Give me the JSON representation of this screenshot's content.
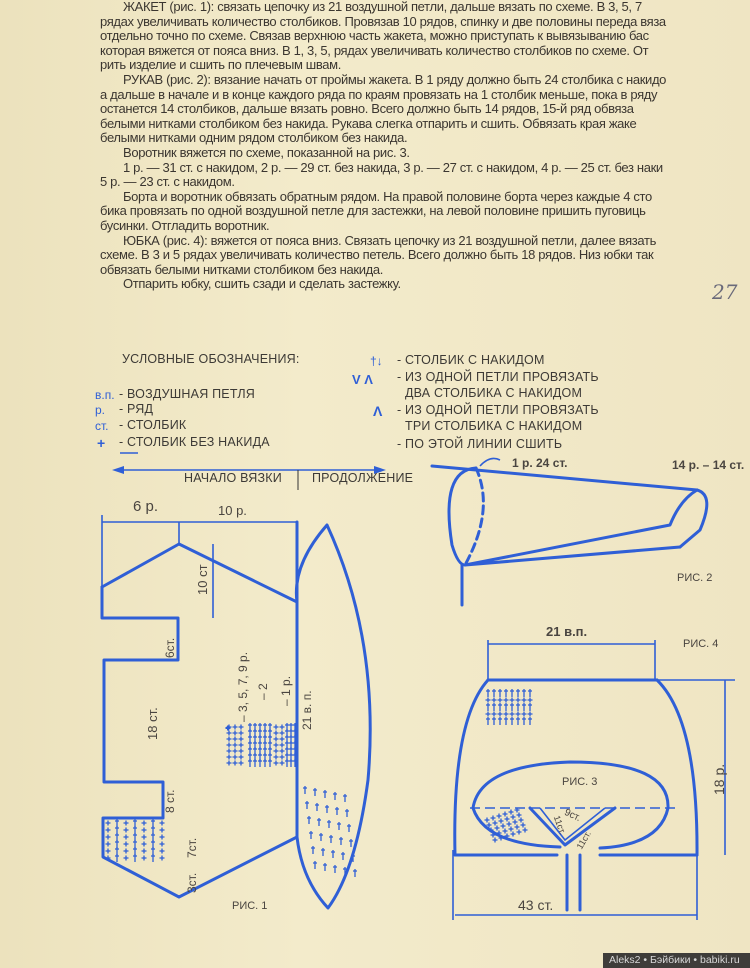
{
  "instructions": {
    "lines": [
      "ЖАКЕТ (рис. 1): связать цепочку из 21 воздушной петли, дальше вязать по схеме. В 3, 5, 7",
      "рядах увеличивать количество столбиков. Провязав 10 рядов, спинку и две половины переда вяза",
      "отдельно точно по схеме. Связав верхнюю часть жакета, можно приступать к вывязыванию бас",
      "которая вяжется от пояса вниз. В 1, 3, 5, рядах увеличивать количество столбиков по схеме. От",
      "рить изделие и сшить по плечевым швам.",
      "РУКАВ (рис. 2): вязание начать от проймы жакета. В 1 ряду должно быть 24 столбика с накидо",
      "а дальше в начале и в конце каждого ряда по краям провязать на 1 столбик меньше, пока в ряду",
      "останется 14 столбиков, дальше вязать ровно. Всего должно быть 14 рядов, 15-й ряд обвяза",
      "белыми нитками столбиком без накида. Рукава слегка отпарить и сшить. Обвязать края жаке",
      "белыми нитками одним рядом столбиком без накида.",
      "Воротник вяжется по схеме, показанной на рис. 3.",
      "1 р. — 31 ст. с накидом, 2 р. — 29 ст. без накида, 3 р. — 27 ст. с накидом, 4 р. — 25 ст. без наки",
      "5 р. — 23 ст. с накидом.",
      "Борта и воротник обвязать обратным рядом. На правой половине борта через каждые 4 сто",
      "бика провязать по одной воздушной петле для застежки, на левой половине пришить пуговиць",
      "бусинки. Отгладить воротник.",
      "ЮБКА (рис. 4): вяжется от пояса вниз. Связать цепочку из 21 воздушной петли, далее вязать",
      "схеме. В 3 и 5 рядах увеличивать количество петель. Всего должно быть 18 рядов. Низ юбки так",
      "обвязать белыми нитками столбиком без накида.",
      "Отпарить юбку, сшить сзади и сделать застежку."
    ],
    "indented": [
      0,
      5,
      10,
      11,
      13,
      16,
      19
    ]
  },
  "page_number": "27",
  "legend": {
    "title": "УСЛОВНЫЕ ОБОЗНАЧЕНИЯ:",
    "items": [
      {
        "symbol": "в.п.",
        "text": "- ВОЗДУШНАЯ ПЕТЛЯ"
      },
      {
        "symbol": "р.",
        "text": "- РЯД"
      },
      {
        "symbol": "ст.",
        "text": "- СТОЛБИК"
      },
      {
        "symbol": "+",
        "text": "- СТОЛБИК БЕЗ НАКИДА"
      }
    ],
    "items_right": [
      {
        "symbol": "†↓",
        "text": "- СТОЛБИК С НАКИДОМ"
      },
      {
        "symbol": "V Λ",
        "text": "- ИЗ ОДНОЙ ПЕТЛИ ПРОВЯЗАТЬ",
        "text2": "ДВА СТОЛБИКА С НАКИДОМ"
      },
      {
        "symbol": "Λ",
        "text": "- ИЗ ОДНОЙ ПЕТЛИ ПРОВЯЗАТЬ",
        "text2": "ТРИ СТОЛБИКА С НАКИДОМ"
      },
      {
        "symbol": "—",
        "text": "- ПО ЭТОЙ ЛИНИИ СШИТЬ"
      }
    ],
    "start_label": "НАЧАЛО ВЯЗКИ",
    "continue_label": "ПРОДОЛЖЕНИЕ"
  },
  "fig1": {
    "caption": "РИС. 1",
    "dim_6r": "6 р.",
    "dim_10r": "10 р.",
    "dim_10st": "10 ст",
    "dim_6st": "6ст.",
    "dim_18st": "18 ст.",
    "dim_8st": "8 ст.",
    "dim_7st": "7ст.",
    "dim_3st": "3ст.",
    "rows_3579": "– 3, 5, 7, 9 р.",
    "row_2": "– 2",
    "row_1": "– 1 р.",
    "chain": "21 в. п."
  },
  "fig2": {
    "caption": "РИС. 2",
    "start": "1 р. 24 ст.",
    "end": "14 р. – 14 ст."
  },
  "fig3": {
    "caption": "РИС. 3",
    "st9": "9ст.",
    "st11a": "11ст.",
    "st11b": "11ст."
  },
  "fig4": {
    "caption": "РИС. 4",
    "top": "21 в.п.",
    "height": "18 р.",
    "bottom": "43 ст."
  },
  "colors": {
    "ink": "#2f5fd6",
    "paper": "#efe5c3",
    "text": "#3b3630"
  },
  "footer": {
    "watermark": "Aleks2 • Бэйбики • babiki.ru"
  }
}
